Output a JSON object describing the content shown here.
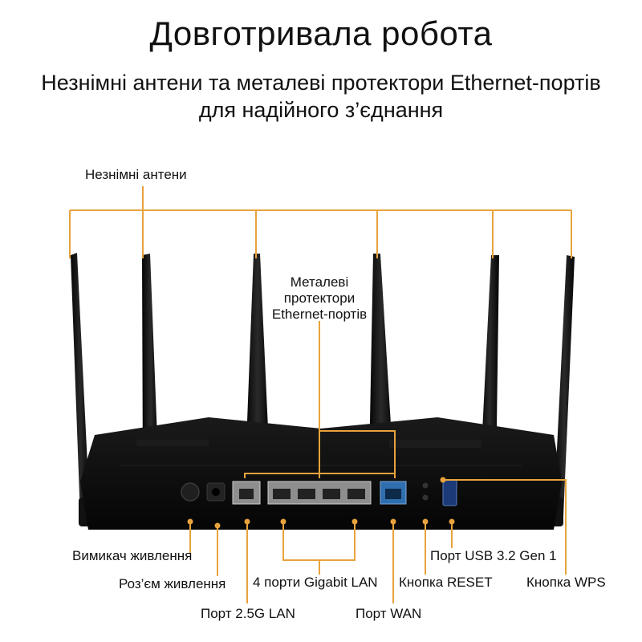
{
  "header": {
    "title": "Довготривала робота",
    "subtitle_line1": "Незнімні антени та металеві протектори Ethernet-портів",
    "subtitle_line2": "для надійного з’єднання"
  },
  "callouts": {
    "antennas": "Незнімні антени",
    "port_protectors_line1": "Металеві",
    "port_protectors_line2": "протектори",
    "port_protectors_line3": "Ethernet-портів",
    "power_switch": "Вимикач живлення",
    "power_jack": "Роз’єм живлення",
    "lan_25g": "Порт 2.5G LAN",
    "gigabit_lan": "4 порти Gigabit LAN",
    "wan_port": "Порт WAN",
    "reset_button": "Кнопка RESET",
    "usb_port": "Порт USB 3.2 Gen 1",
    "wps_button": "Кнопка WPS"
  },
  "colors": {
    "leader_line": "#e8a33d",
    "router_body": "#0d0d0d",
    "wan_port": "#2f6fb0"
  }
}
